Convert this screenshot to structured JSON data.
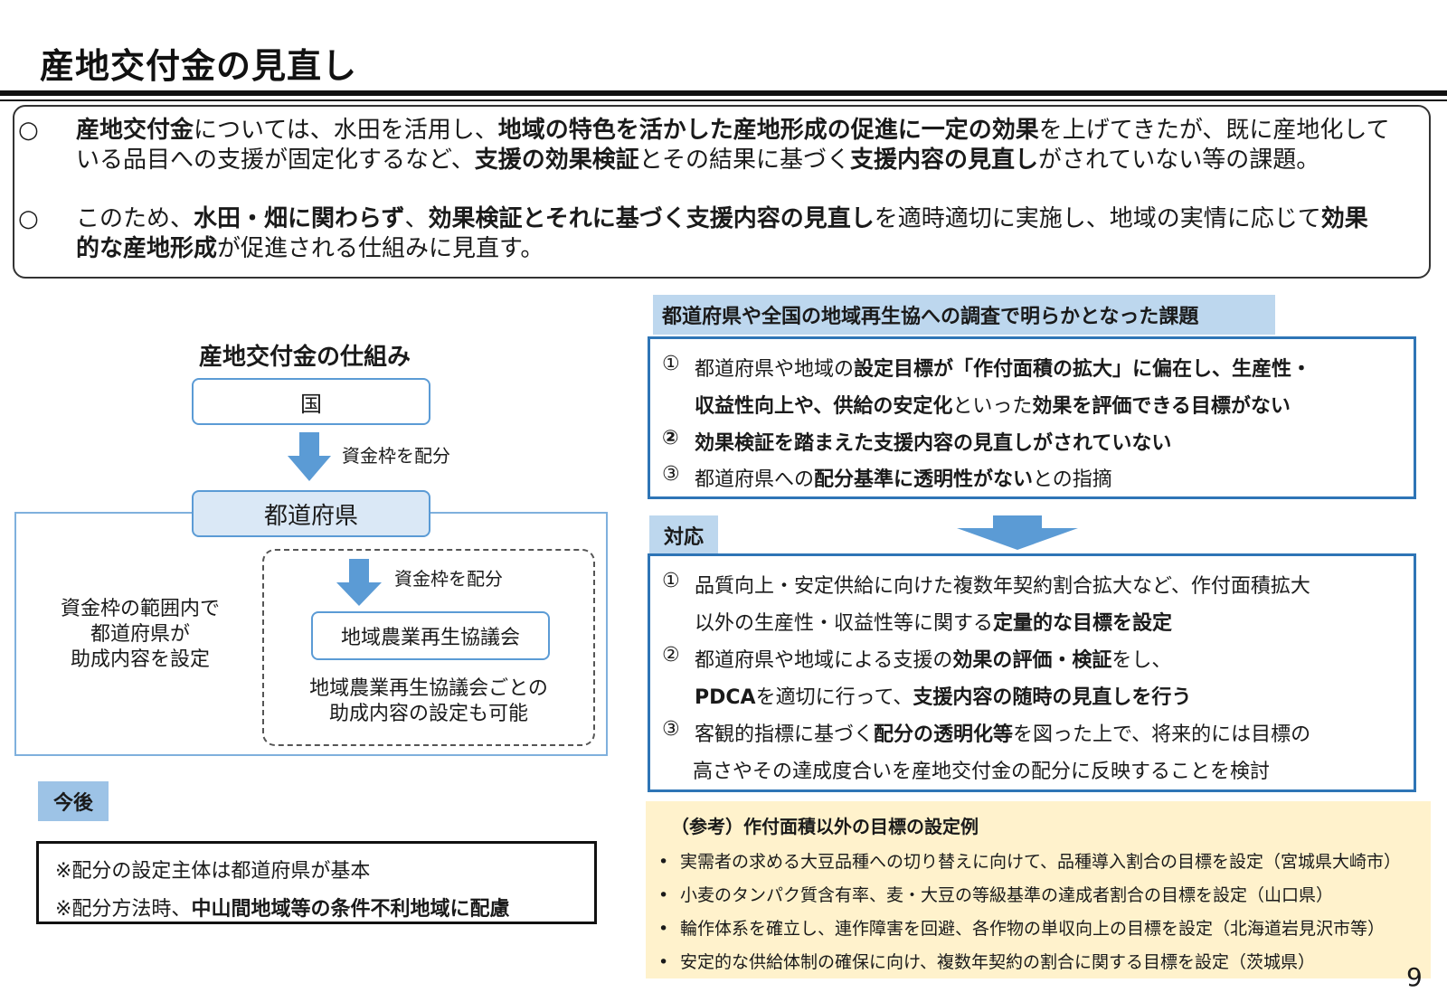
{
  "title": "産地交付金の見直し",
  "summary": {
    "bullet": "○",
    "p1": {
      "a": "産地交付金",
      "b": "については、水田を活用し、",
      "c": "地域の特色を活かした産地形成の促進に一定の効果",
      "d": "を上げてきたが、既に産地化している品目への支援が固定化するなど、",
      "e": "支援の効果検証",
      "f": "とその結果に基づく",
      "g": "支援内容の見直し",
      "h": "がされていない等の課題。"
    },
    "p2": {
      "a": "このため、",
      "b": "水田・畑に関わらず",
      "c": "、",
      "d": "効果検証とそれに基づく支援内容の見直し",
      "e": "を適時適切に実施し、地域の実情に応じて",
      "f": "効果的な産地形成",
      "g": "が促進される仕組みに見直す。"
    }
  },
  "mechanism": {
    "title": "産地交付金の仕組み",
    "kuni": "国",
    "arrow1_label": "資金枠を配分",
    "prefecture": "都道府県",
    "arrow2_label": "資金枠を配分",
    "council": "地域農業再生協議会",
    "left_text": "資金枠の範囲内で\n都道府県が\n助成内容を設定",
    "council_text": "地域農業再生協議会ごとの\n助成内容の設定も可能"
  },
  "kongo": {
    "tag": "今後",
    "line1": "※配分の設定主体は都道府県が基本",
    "line2_a": "※配分方法時、",
    "line2_b": "中山間地域等の条件不利地域に配慮"
  },
  "issues": {
    "tag": "都道府県や全国の地域再生協への調査で明らかとなった課題",
    "i1": {
      "num": "①",
      "l1a": "都道府県や地域の",
      "l1b": "設定目標が「作付面積の拡大」に偏在し、生産性・",
      "l2a": "収益性向上や、供給の安定化",
      "l2b": "といった",
      "l2c": "効果を評価できる目標がない"
    },
    "i2": {
      "num": "②",
      "l1": "効果検証を踏まえた支援内容の見直しがされていない"
    },
    "i3": {
      "num": "③",
      "l1a": "都道府県への",
      "l1b": "配分基準に透明性がない",
      "l1c": "との指摘"
    }
  },
  "response": {
    "tag": "対応",
    "r1": {
      "num": "①",
      "l1": "品質向上・安定供給に向けた複数年契約割合拡大など、作付面積拡大",
      "l2a": "以外の生産性・収益性等に関する",
      "l2b": "定量的な目標を設定"
    },
    "r2": {
      "num": "②",
      "l1a": "都道府県や地域による支援の",
      "l1b": "効果の評価・検証",
      "l1c": "をし、",
      "l2a": "PDCA",
      "l2b": "を適切に行って、",
      "l2c": "支援内容の随時の見直しを行う"
    },
    "r3": {
      "num": "③",
      "l1a": "客観的指標に基づく",
      "l1b": "配分の透明化等",
      "l1c": "を図った上で、将来的には目標の",
      "l2": "高さやその達成度合いを産地交付金の配分に反映することを検討"
    }
  },
  "reference": {
    "title": "（参考）作付面積以外の目標の設定例",
    "bullet": "•",
    "items": [
      "実需者の求める大豆品種への切り替えに向けて、品種導入割合の目標を設定（宮城県大崎市）",
      "小麦のタンパク質含有率、麦・大豆の等級基準の達成者割合の目標を設定（山口県）",
      "輪作体系を確立し、連作障害を回避、各作物の単収向上の目標を設定（北海道岩見沢市等）",
      "安定的な供給体制の確保に向け、複数年契約の割合に関する目標を設定（茨城県）"
    ]
  },
  "page_number": "9",
  "colors": {
    "accent_blue": "#5b9bd5",
    "border_blue": "#2e75b6",
    "tag_blue": "#bdd7ee",
    "ref_bg": "#fff2cc"
  }
}
